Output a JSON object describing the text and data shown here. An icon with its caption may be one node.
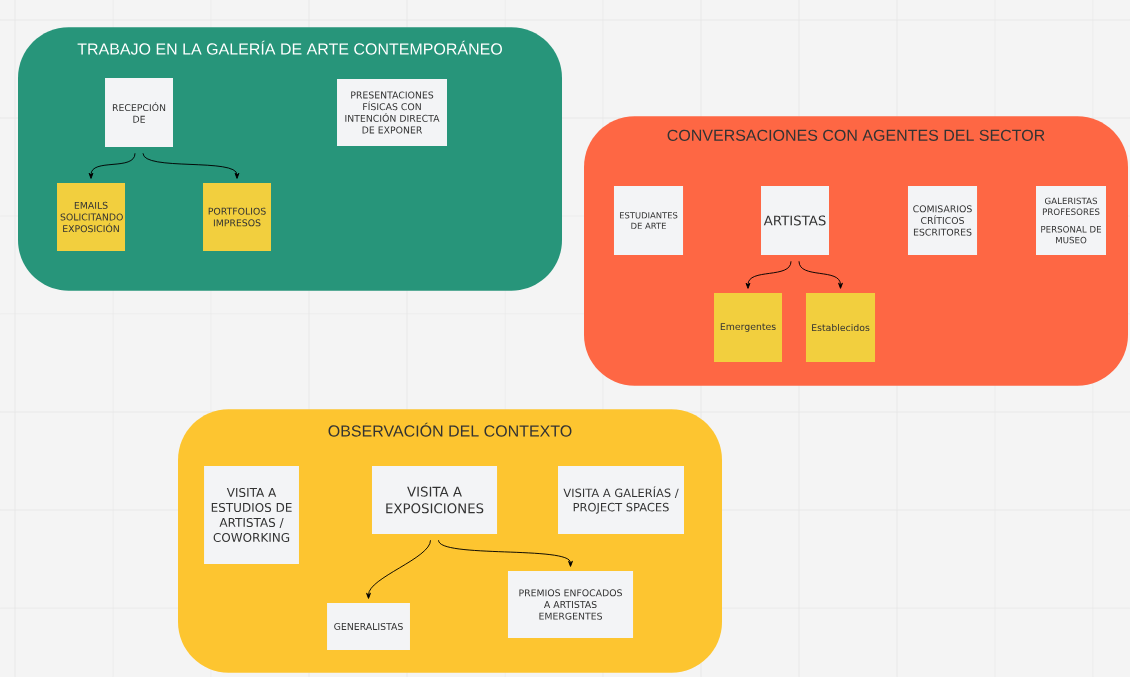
{
  "diagram": {
    "nodes": [
      {
        "text": [
          "TRABAJO EN LA GALERÍA DE ARTE CONTEMPORÁNEO"
        ]
      },
      {
        "text": [
          "RECEPCIÓN DE"
        ],
        "in": 0
      },
      {
        "text": [
          "EMAILS SOLICITANDO EXPOSICIÓN"
        ],
        "in": 0
      },
      {
        "text": [
          "PORTFOLIOS IMPRESOS"
        ],
        "in": 0
      },
      {
        "text": [
          "PRESENTACIONES FÍSICAS CON INTENCIÓN DIRECTA DE EXPONER"
        ],
        "in": 0
      },
      {
        "text": [
          "CONVERSACIONES CON AGENTES DEL SECTOR"
        ]
      },
      {
        "text": [
          "ESTUDIANTES DE ARTE"
        ],
        "in": 5
      },
      {
        "text": [
          "ARTISTAS"
        ],
        "in": 5
      },
      {
        "text": [
          "COMISARIOS CRÍTICOS ESCRITORES"
        ],
        "in": 5
      },
      {
        "text": [
          "GALERISTAS PROFESORES",
          "PERSONAL DE MUSEO"
        ],
        "in": 5
      },
      {
        "text": [
          "Emergentes"
        ],
        "in": 5
      },
      {
        "text": [
          "Establecidos"
        ],
        "in": 5
      },
      {
        "text": [
          "OBSERVACIÓN DEL CONTEXTO"
        ]
      },
      {
        "text": [
          "VISITA A ESTUDIOS DE ARTISTAS / COWORKING"
        ],
        "in": 12
      },
      {
        "text": [
          "VISITA A EXPOSICIONES"
        ],
        "in": 12
      },
      {
        "text": [
          "VISITA A GALERÍAS / PROJECT SPACES"
        ],
        "in": 12
      },
      {
        "text": [
          "GENERALISTAS"
        ],
        "in": 12
      },
      {
        "text": [
          "PREMIOS ENFOCADOS A ARTISTAS EMERGENTES"
        ],
        "in": 12
      }
    ],
    "edges": [
      {
        "from": 1,
        "to": 2,
        "arrow": "to"
      },
      {
        "from": 1,
        "to": 3,
        "arrow": "to"
      },
      {
        "from": 7,
        "to": 10,
        "arrow": "to"
      },
      {
        "from": 7,
        "to": 11,
        "arrow": "to"
      },
      {
        "from": 14,
        "to": 16,
        "arrow": "to"
      },
      {
        "from": 14,
        "to": 17,
        "arrow": "to"
      }
    ]
  }
}
